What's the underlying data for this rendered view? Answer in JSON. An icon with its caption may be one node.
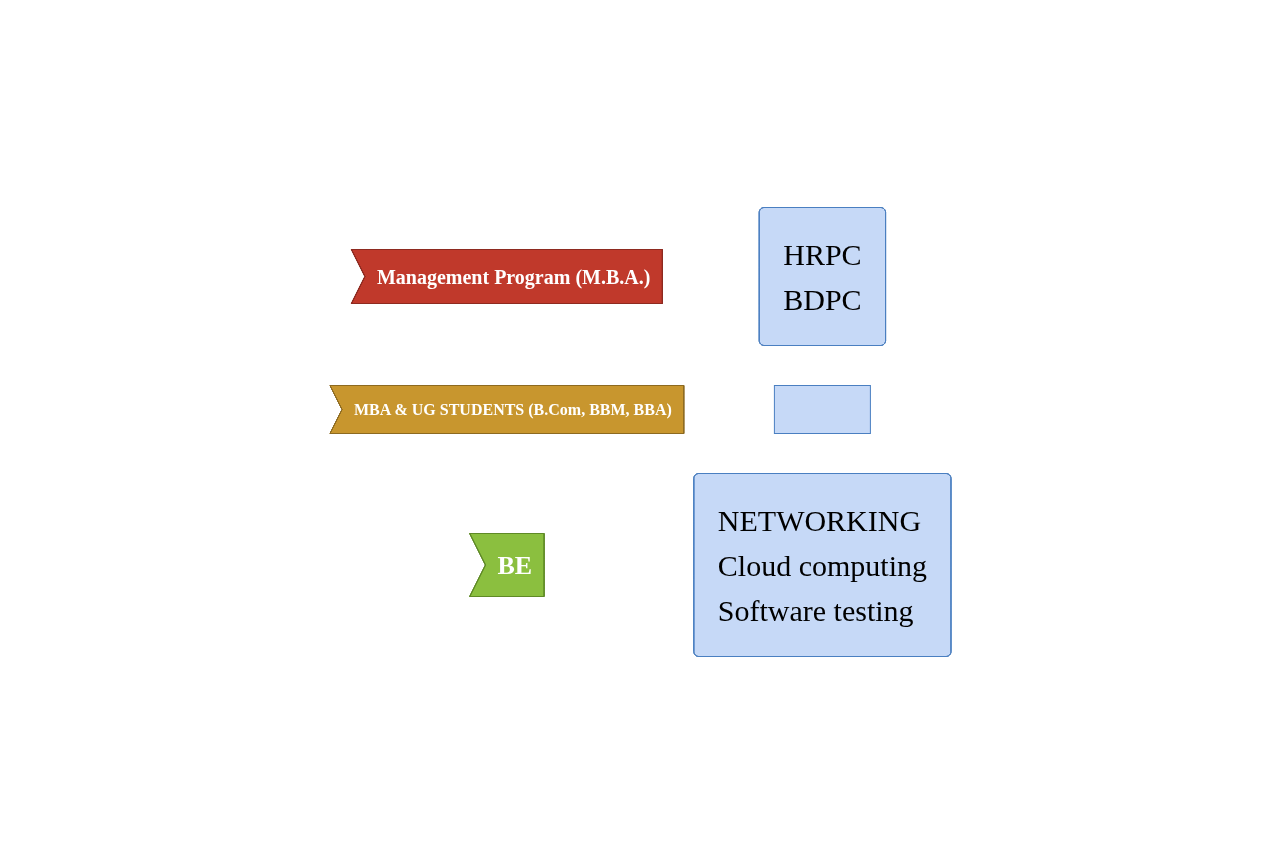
{
  "diagram": {
    "nodes": [
      {
        "text": [
          "Management Program (M.B.A.)"
        ]
      },
      {
        "text": [
          "HRPC",
          "BDPC"
        ]
      },
      {
        "text": [
          "MBA & UG STUDENTS (B.Com, BBM, BBA)"
        ]
      },
      {
        "text": [],
        "shape": "box"
      },
      {
        "text": [
          "BE"
        ]
      },
      {
        "text": [
          "NETWORKING",
          "Cloud computing",
          "Software testing"
        ]
      }
    ]
  }
}
